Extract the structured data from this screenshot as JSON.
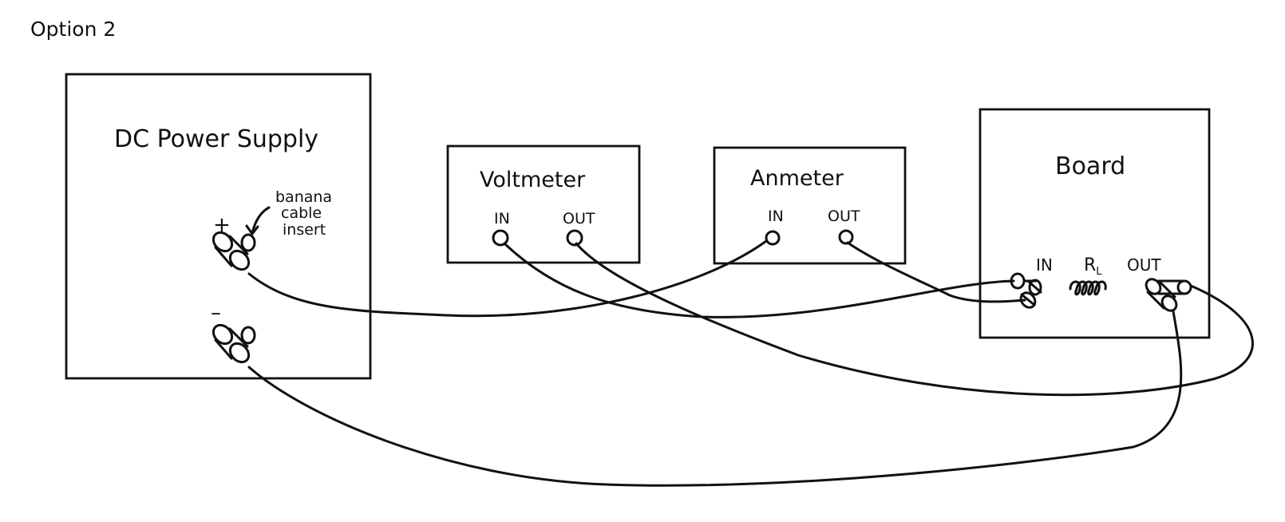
{
  "title": "Option 2",
  "power_supply": {
    "label": "DC Power Supply",
    "plus": "+",
    "minus": "–",
    "annotation": [
      "banana",
      "cable",
      "insert"
    ]
  },
  "voltmeter": {
    "label": "Voltmeter",
    "in": "IN",
    "out": "OUT"
  },
  "ammeter": {
    "label": "Anmeter",
    "in": "IN",
    "out": "OUT"
  },
  "board": {
    "label": "Board",
    "in": "IN",
    "resistor": "R",
    "resistor_sub": "L",
    "out": "OUT"
  }
}
